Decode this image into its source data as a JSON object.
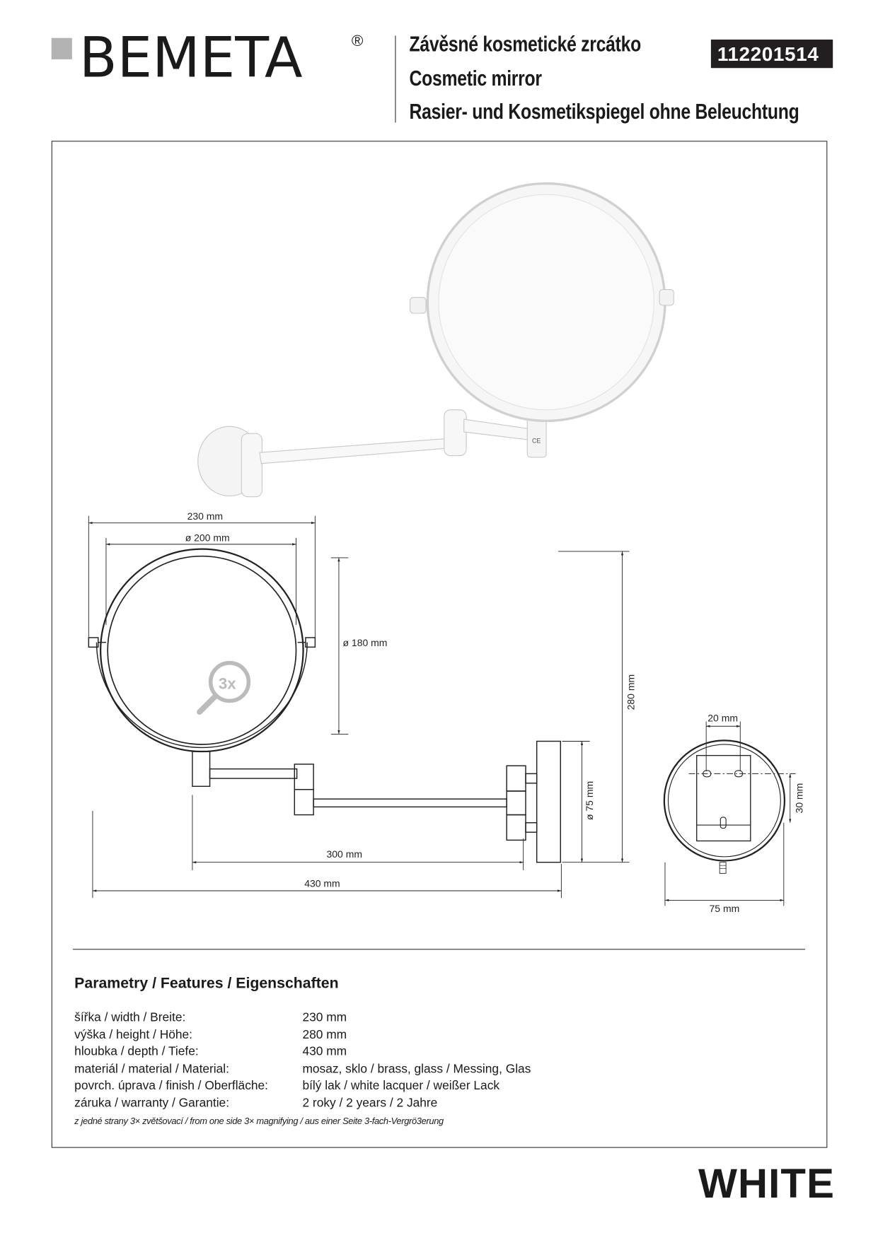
{
  "header": {
    "brand": "BEMETA",
    "registered": "®",
    "titles": [
      "Závěsné kosmetické zrcátko",
      "Cosmetic mirror",
      "Rasier- und Kosmetikspiegel ohne Beleuchtung"
    ],
    "product_code": "112201514"
  },
  "drawing": {
    "dims": {
      "width_230": "230 mm",
      "dia_200": "ø 200 mm",
      "dia_180": "ø 180 mm",
      "height_280": "280 mm",
      "arm_300": "300 mm",
      "depth_430": "430 mm",
      "dia_75": "ø 75 mm",
      "slot_20": "20 mm",
      "slot_30": "30 mm",
      "plate_75": "75 mm"
    },
    "magnify_badge": "3x",
    "ce_mark": "CE"
  },
  "features": {
    "heading": "Parametry / Features / Eigenschaften",
    "rows": [
      {
        "label": "šířka / width / Breite:",
        "value": "230 mm"
      },
      {
        "label": "výška / height / Höhe:",
        "value": "280 mm"
      },
      {
        "label": "hloubka / depth / Tiefe:",
        "value": "430 mm"
      },
      {
        "label": "materiál / material / Material:",
        "value": "mosaz, sklo / brass, glass / Messing, Glas"
      },
      {
        "label": "povrch. úprava / finish / Oberfläche:",
        "value": "bílý lak / white lacquer / weißer Lack"
      },
      {
        "label": "záruka / warranty / Garantie:",
        "value": "2 roky / 2 years / 2 Jahre"
      }
    ],
    "note": "z jedné strany 3× zvětšovací / from one side 3× magnifying / aus einer Seite 3-fach-Vergrö3erung"
  },
  "color_label": "WHITE"
}
